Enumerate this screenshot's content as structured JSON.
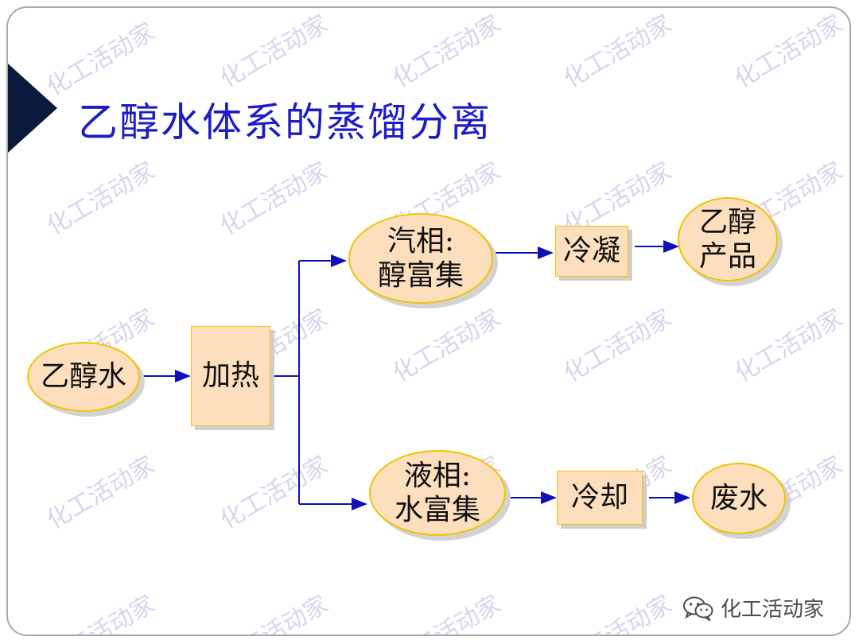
{
  "title": "乙醇水体系的蒸馏分离",
  "watermark": "化工活动家",
  "brand_label": "化工活动家",
  "colors": {
    "title": "#1d1dc7",
    "node_fill": "#fddfbd",
    "node_border": "#f2c200",
    "arrow": "#1010b8"
  },
  "nodes": {
    "feed": "乙醇水",
    "heat": "加热",
    "vapor": "汽相:\n醇富集",
    "liquid": "液相:\n水富集",
    "condense": "冷凝",
    "cool": "冷却",
    "product": "乙醇\n产品",
    "waste": "废水"
  }
}
